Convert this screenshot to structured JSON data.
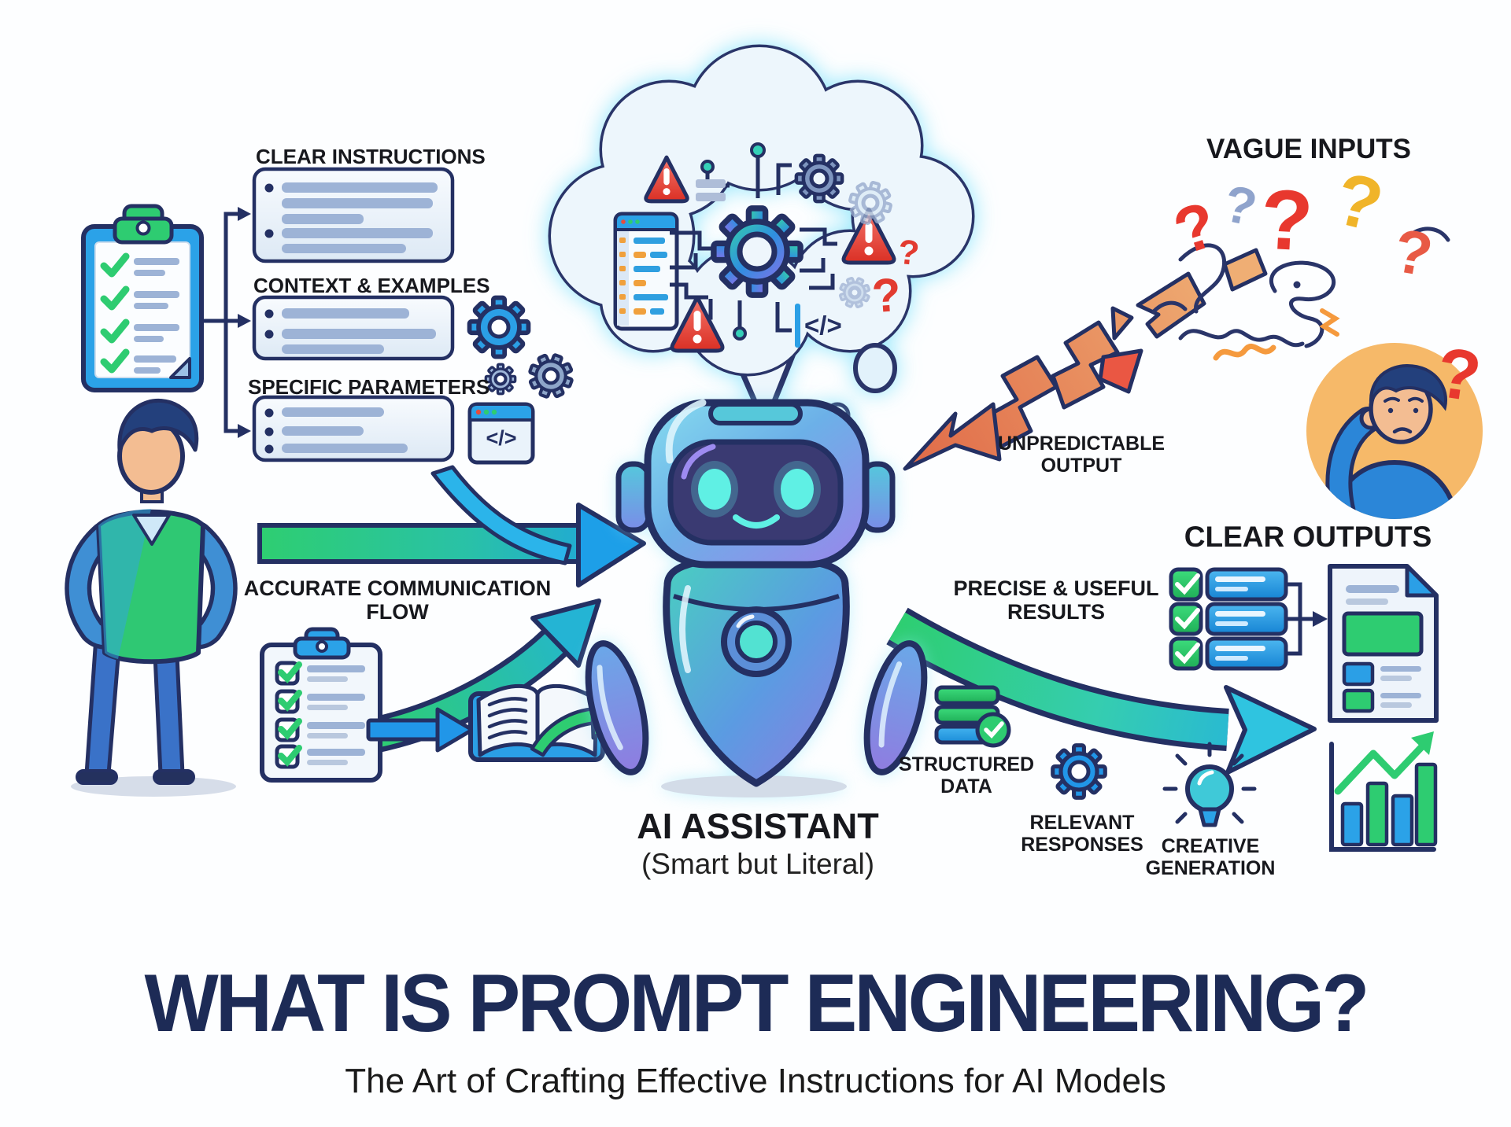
{
  "prompt_components": {
    "items": [
      "CLEAR INSTRUCTIONS",
      "CONTEXT & EXAMPLES",
      "SPECIFIC PARAMETERS"
    ]
  },
  "flow": {
    "accurate_line1": "ACCURATE COMMUNICATION",
    "accurate_line2": "FLOW"
  },
  "vague": {
    "title": "VAGUE INPUTS",
    "unpredictable_line1": "UNPREDICTABLE",
    "unpredictable_line2": "OUTPUT"
  },
  "outputs": {
    "title": "CLEAR OUTPUTS",
    "precise_line1": "PRECISE & USEFUL",
    "precise_line2": "RESULTS",
    "structured_line1": "STRUCTURED",
    "structured_line2": "DATA",
    "relevant_line1": "RELEVANT",
    "relevant_line2": "RESPONSES",
    "creative_line1": "CREATIVE",
    "creative_line2": "GENERATION"
  },
  "robot": {
    "name": "AI ASSISTANT",
    "tagline": "(Smart but Literal)"
  },
  "icons": {
    "code_glyph": "</>",
    "qmark": "?"
  },
  "title": {
    "main": "WHAT IS PROMPT ENGINEERING?",
    "subtitle": "The Art of Crafting Effective Instructions for AI Models"
  },
  "colors": {
    "navy_outline": "#243063",
    "blue": "#2196e8",
    "green": "#2ecc71",
    "teal": "#4fd8e0",
    "purple": "#8f7ce0",
    "red": "#e74c3c",
    "orange": "#e8945a",
    "yellow": "#f0b429",
    "title_navy": "#1d2b56"
  }
}
